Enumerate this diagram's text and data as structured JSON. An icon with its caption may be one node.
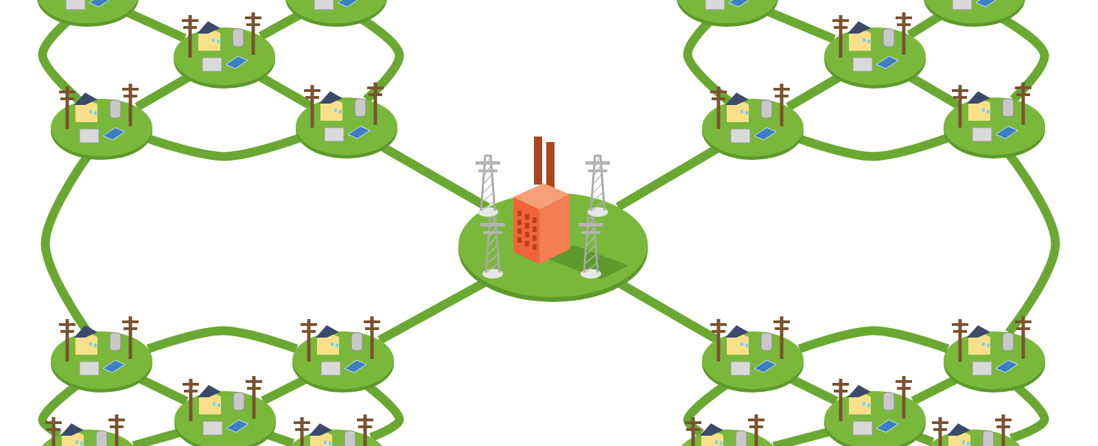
{
  "diagram": {
    "nodes": [
      {
        "text": [],
        "shape": "ellipse"
      },
      {
        "text": [],
        "shape": "ellipse"
      },
      {
        "text": [],
        "shape": "ellipse"
      },
      {
        "text": [],
        "shape": "ellipse"
      },
      {
        "text": [],
        "shape": "ellipse"
      },
      {
        "text": [],
        "shape": "ellipse"
      },
      {
        "text": [],
        "shape": "ellipse"
      },
      {
        "text": [],
        "shape": "ellipse"
      },
      {
        "text": [],
        "shape": "ellipse"
      },
      {
        "text": [],
        "shape": "ellipse"
      },
      {
        "text": [],
        "shape": "ellipse"
      },
      {
        "text": [],
        "shape": "ellipse"
      },
      {
        "text": [],
        "shape": "ellipse"
      },
      {
        "text": [],
        "shape": "ellipse"
      },
      {
        "text": [],
        "shape": "ellipse"
      },
      {
        "text": [],
        "shape": "ellipse"
      },
      {
        "text": [],
        "shape": "ellipse"
      },
      {
        "text": [],
        "shape": "ellipse"
      },
      {
        "text": [],
        "shape": "ellipse"
      },
      {
        "text": [],
        "shape": "ellipse"
      },
      {
        "text": [],
        "shape": "ellipse"
      }
    ],
    "edges": [
      {
        "from": 0,
        "to": 5,
        "arrow": "none"
      },
      {
        "from": 0,
        "to": 9,
        "arrow": "none"
      },
      {
        "from": 0,
        "to": 12,
        "arrow": "none"
      },
      {
        "from": 0,
        "to": 16,
        "arrow": "none"
      },
      {
        "from": 3,
        "to": 1,
        "arrow": "none"
      },
      {
        "from": 3,
        "to": 2,
        "arrow": "none"
      },
      {
        "from": 3,
        "to": 4,
        "arrow": "none"
      },
      {
        "from": 3,
        "to": 5,
        "arrow": "none"
      },
      {
        "from": 4,
        "to": 5,
        "arrow": "none"
      },
      {
        "from": 1,
        "to": 4,
        "arrow": "none"
      },
      {
        "from": 2,
        "to": 5,
        "arrow": "none"
      },
      {
        "from": 8,
        "to": 6,
        "arrow": "none"
      },
      {
        "from": 8,
        "to": 7,
        "arrow": "none"
      },
      {
        "from": 8,
        "to": 9,
        "arrow": "none"
      },
      {
        "from": 8,
        "to": 10,
        "arrow": "none"
      },
      {
        "from": 9,
        "to": 10,
        "arrow": "none"
      },
      {
        "from": 6,
        "to": 9,
        "arrow": "none"
      },
      {
        "from": 7,
        "to": 10,
        "arrow": "none"
      },
      {
        "from": 4,
        "to": 11,
        "arrow": "none"
      },
      {
        "from": 10,
        "to": 17,
        "arrow": "none"
      },
      {
        "from": 13,
        "to": 11,
        "arrow": "none"
      },
      {
        "from": 13,
        "to": 12,
        "arrow": "none"
      },
      {
        "from": 13,
        "to": 14,
        "arrow": "none"
      },
      {
        "from": 13,
        "to": 15,
        "arrow": "none"
      },
      {
        "from": 11,
        "to": 12,
        "arrow": "none"
      },
      {
        "from": 14,
        "to": 11,
        "arrow": "none"
      },
      {
        "from": 15,
        "to": 12,
        "arrow": "none"
      },
      {
        "from": 18,
        "to": 16,
        "arrow": "none"
      },
      {
        "from": 18,
        "to": 17,
        "arrow": "none"
      },
      {
        "from": 18,
        "to": 19,
        "arrow": "none"
      },
      {
        "from": 18,
        "to": 20,
        "arrow": "none"
      },
      {
        "from": 16,
        "to": 17,
        "arrow": "none"
      },
      {
        "from": 19,
        "to": 16,
        "arrow": "none"
      },
      {
        "from": 20,
        "to": 17,
        "arrow": "none"
      }
    ]
  }
}
